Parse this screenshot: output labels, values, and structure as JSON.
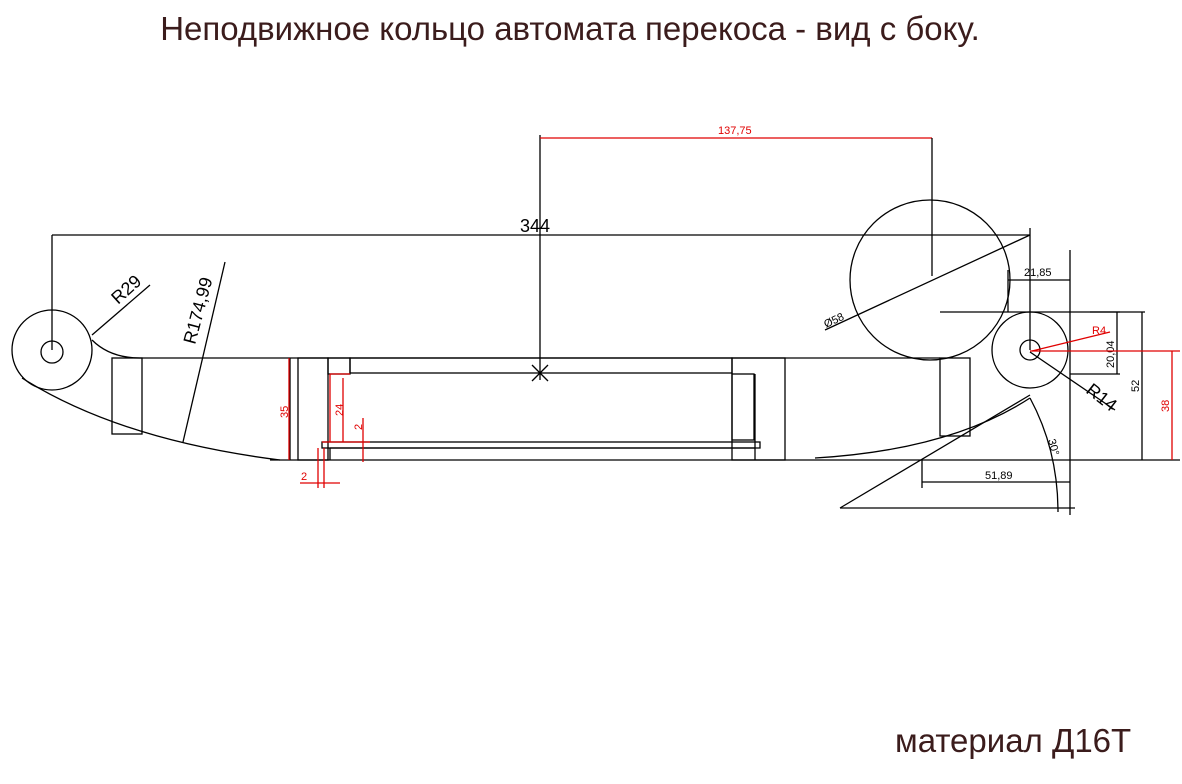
{
  "title": "Неподвижное кольцо автомата перекоса - вид с боку.",
  "material": "материал Д16Т",
  "dimensions": {
    "overall_length": "344",
    "center_offset": "137,75",
    "lug_radius_left": "R29",
    "arc_radius": "R174,99",
    "circle_diameter": "Ø58",
    "lug_offset": "21,85",
    "hole_radius": "R4",
    "lug_height": "20,04",
    "lug_radius_right": "R14",
    "total_height": "52",
    "hole_height": "38",
    "angle": "30°",
    "angle_base": "51,89",
    "ring_height": "35",
    "inner_height": "24",
    "groove_depth": "2",
    "groove_width": "2"
  }
}
